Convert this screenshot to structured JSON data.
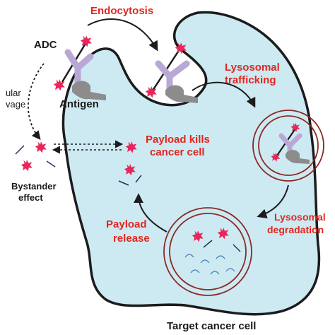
{
  "diagram": {
    "labels": {
      "endocytosis": "Endocytosis",
      "adc": "ADC",
      "antigen": "Antigen",
      "lysosomal_trafficking_1": "Lysosomal",
      "lysosomal_trafficking_2": "trafficking",
      "payload_kills_1": "Payload kills",
      "payload_kills_2": "cancer cell",
      "cleavage_1": "ular",
      "cleavage_2": "vage",
      "bystander_1": "Bystander",
      "bystander_2": "effect",
      "payload_release_1": "Payload",
      "payload_release_2": "release",
      "lysosomal_degradation_1": "Lysosomal",
      "lysosomal_degradation_2": "degradation",
      "target_cancer_cell": "Target cancer cell"
    },
    "colors": {
      "cell_fill": "#cdeaf3",
      "cell_stroke": "#1c1c1c",
      "red_text": "#e0271f",
      "payload_star": "#e8265a",
      "adc_purple": "#b9a8d6",
      "antigen_gray": "#8c8c8c",
      "lysosome_ring": "#8a2a22",
      "linker_navy": "#27305a"
    }
  }
}
